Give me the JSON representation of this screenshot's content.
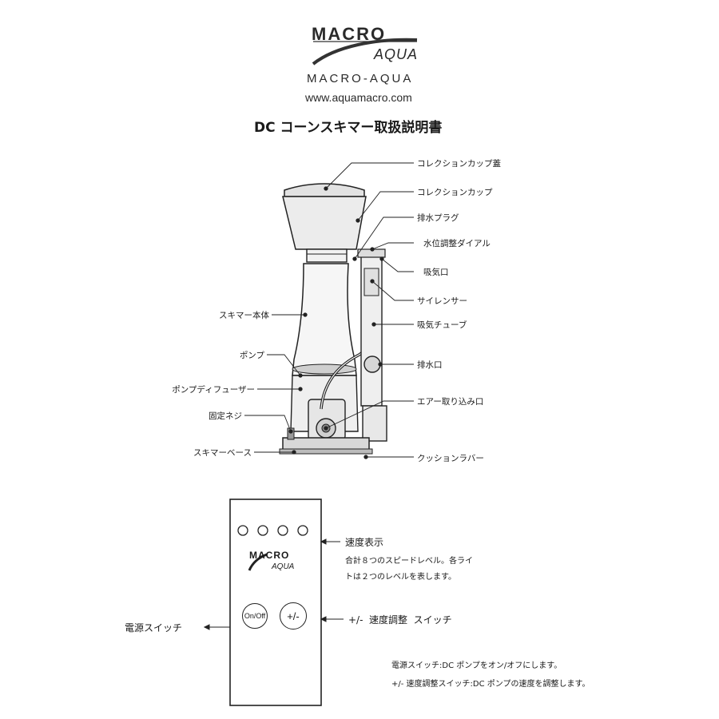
{
  "logo": {
    "macro_text": "MACRO",
    "aqua_text": "AQUA",
    "brand_name": "MACRO-AQUA",
    "website": "www.aquamacro.com"
  },
  "title": "DC コーンスキマー取扱説明書",
  "skimmer_labels": {
    "collection_cup_lid": "コレクションカップ蓋",
    "collection_cup": "コレクションカップ",
    "drain_plug": "排水プラグ",
    "water_level_dial": "水位調整ダイアル",
    "air_inlet": "吸気口",
    "silencer": "サイレンサー",
    "air_tube": "吸気チューブ",
    "skimmer_body": "スキマー本体",
    "pump": "ポンプ",
    "drain_outlet": "排水口",
    "pump_diffuser": "ポンプディフューザー",
    "air_intake": "エアー取り込み口",
    "fixing_screw": "固定ネジ",
    "skimmer_base": "スキマーベース",
    "cushion_rubber": "クッションラバー"
  },
  "controller": {
    "logo_macro": "MACRO",
    "logo_aqua": "AQUA",
    "onoff_label": "On/Off",
    "plusminus_label": "+/-",
    "speed_display_label": "速度表示",
    "speed_display_desc_1": "合計８つのスピードレベル。各ライ",
    "speed_display_desc_2": "トは２つのレベルを表します。",
    "power_switch_label": "電源スイッチ",
    "speed_switch_label": "+/-  速度調整  スイッチ",
    "note_power": "電源スイッチ:DC ポンプをオン/オフにします。",
    "note_speed": "+/- 速度調整スイッチ:DC ポンプの速度を調整します。"
  }
}
